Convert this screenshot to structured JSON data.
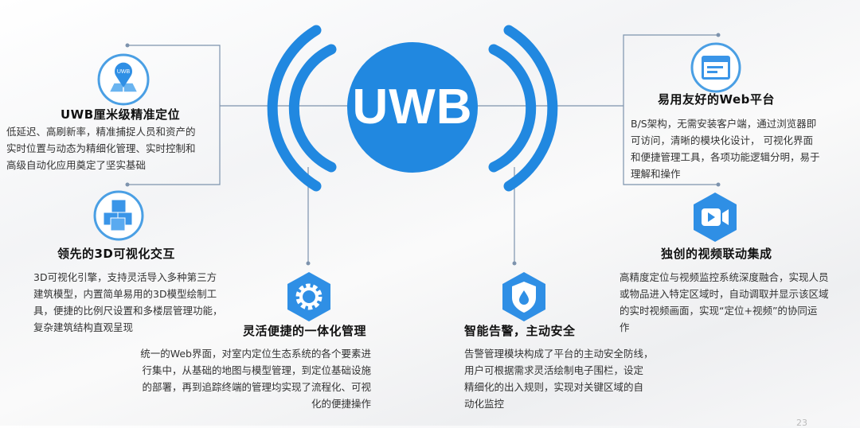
{
  "center": {
    "label": "UWB",
    "color": "#2188e0"
  },
  "features": [
    {
      "icon": "uwb-location-pin-icon",
      "icon_label": "UWB",
      "title": "UWB厘米级精准定位",
      "desc": [
        "低延迟、高刷新率，精准捕捉人员和资产的",
        "实时位置与动态为精细化管理、实时控制和",
        "高级自动化应用奠定了坚实基础"
      ]
    },
    {
      "icon": "3d-cubes-icon",
      "title": "领先的3D可视化交互",
      "desc": [
        "3D可视化引擎，支持灵活导入多种第三方",
        "建筑模型，内置简单易用的3D模型绘制工",
        "具，便捷的比例尺设置和多楼层管理功能，",
        "复杂建筑结构直观呈现"
      ]
    },
    {
      "icon": "gear-icon",
      "title": "灵活便捷的一体化管理",
      "desc": [
        "统一的Web界面，对室内定位生态系统的各个要素进",
        "行集中，从基础的地图与模型管理，到定位基础设施",
        "的部署，再到追踪终端的管理均实现了流程化、可视",
        "化的便捷操作"
      ]
    },
    {
      "icon": "shield-drop-icon",
      "title": "智能告警，主动安全",
      "desc": [
        "告警管理模块构成了平台的主动安全防线，",
        "用户可根据需求灵活绘制电子围栏，设定",
        "精细化的出入规则，实现对关键区域的自",
        "动化监控"
      ]
    },
    {
      "icon": "video-camera-icon",
      "title": "独创的视频联动集成",
      "desc": [
        "高精度定位与视频监控系统深度融合，实现人员",
        "或物品进入特定区域时，自动调取并显示该区域",
        "的实时视频画面，实现“定位+视频”的协同运",
        "作"
      ]
    },
    {
      "icon": "browser-window-icon",
      "title": "易用友好的Web平台",
      "desc": [
        "B/S架构，无需安装客户端，通过浏览器即",
        "可访问，清晰的模块化设计， 可视化界面",
        "和便捷管理工具，各项功能逻辑分明，易于",
        "理解和操作"
      ]
    }
  ],
  "page_number": "23"
}
